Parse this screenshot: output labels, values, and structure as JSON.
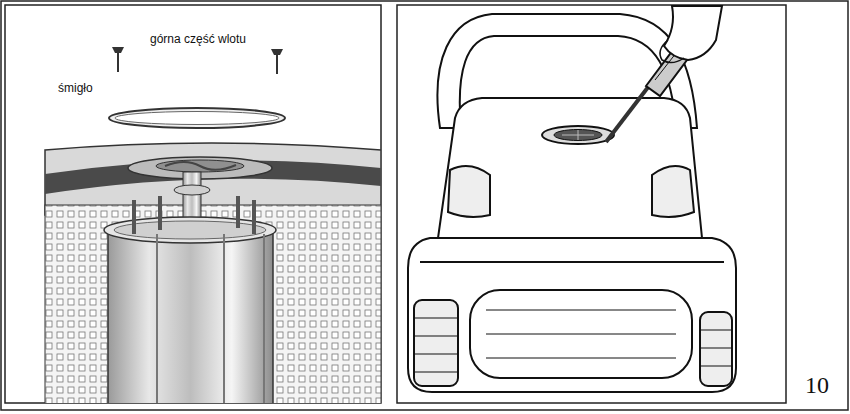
{
  "diagram": {
    "labels": [
      "górna część wlotu",
      "śmigło",
      "10"
    ]
  }
}
